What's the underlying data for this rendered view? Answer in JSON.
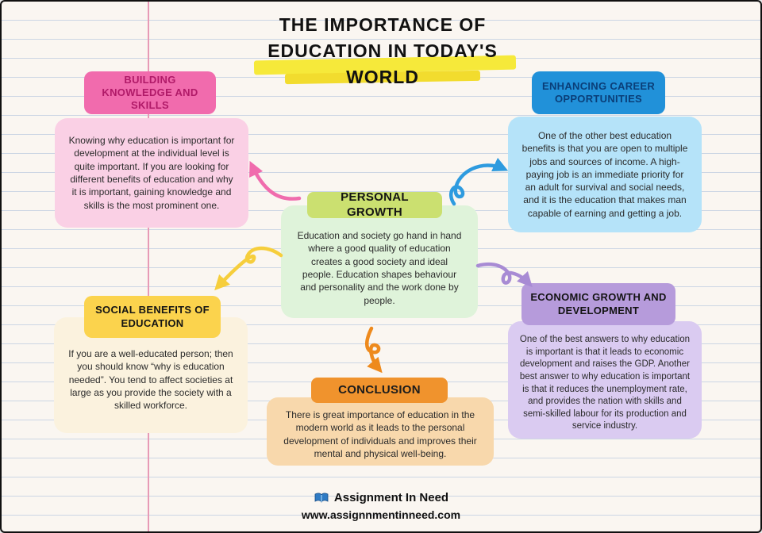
{
  "title": {
    "line1": "THE IMPORTANCE OF",
    "line2": "EDUCATION IN TODAY'S",
    "line3": "WORLD"
  },
  "nodes": {
    "building_knowledge": {
      "title": "BUILDING KNOWLEDGE AND SKILLS",
      "body": "Knowing why education is important for development at the individual level is quite important. If you are looking for different benefits of education and why it is important, gaining knowledge and skills is the most prominent one.",
      "header_color": "#f16bad",
      "body_color": "#fad0e5"
    },
    "enhancing_career": {
      "title": "ENHANCING CAREER OPPORTUNITIES",
      "body": "One of the other best education benefits is that you are open to multiple jobs and sources of income. A high-paying job is an immediate priority for an adult for survival and social needs, and it is the education that makes man capable of earning and getting a job.",
      "header_color": "#2191d9",
      "body_color": "#b5e3f9"
    },
    "personal_growth": {
      "title": "PERSONAL GROWTH",
      "body": "Education and society go hand in hand where a good quality of education creates a good society and ideal people. Education shapes behaviour and personality and the work done by people.",
      "header_color": "#cbe070",
      "body_color": "#dff3da"
    },
    "social_benefits": {
      "title": "SOCIAL BENEFITS OF EDUCATION",
      "body": "If you are a well-educated person; then you should know “why is education needed”. You tend to affect societies at large as you provide the society with a skilled workforce.",
      "header_color": "#fbd34d",
      "body_color": "#fbf2de"
    },
    "economic_growth": {
      "title": "ECONOMIC GROWTH AND DEVELOPMENT",
      "body": "One of the best answers to why education is important is that it leads to economic development and raises the GDP. Another best answer to why education is important is that it reduces the unemployment rate, and provides the nation with skills and semi-skilled labour for its production and service industry.",
      "header_color": "#b69bdb",
      "body_color": "#dacbf1"
    },
    "conclusion": {
      "title": "CONCLUSION",
      "body": "There is great importance of education in the modern world as it leads to the personal development of individuals and improves their mental and physical well-being.",
      "header_color": "#f0932d",
      "body_color": "#f8d8ac"
    }
  },
  "footer": {
    "brand": "Assignment In Need",
    "website": "www.assignnmentinneed.com"
  },
  "colors": {
    "title_highlight": "#f6e93a",
    "paper_line": "#ccd6e4",
    "margin_line": "#e79ab6",
    "arrow_pink": "#f06cad",
    "arrow_blue": "#2e9bdf",
    "arrow_yellow": "#f6ce3c",
    "arrow_purple": "#a88bd4",
    "arrow_orange": "#ee8a1d"
  }
}
